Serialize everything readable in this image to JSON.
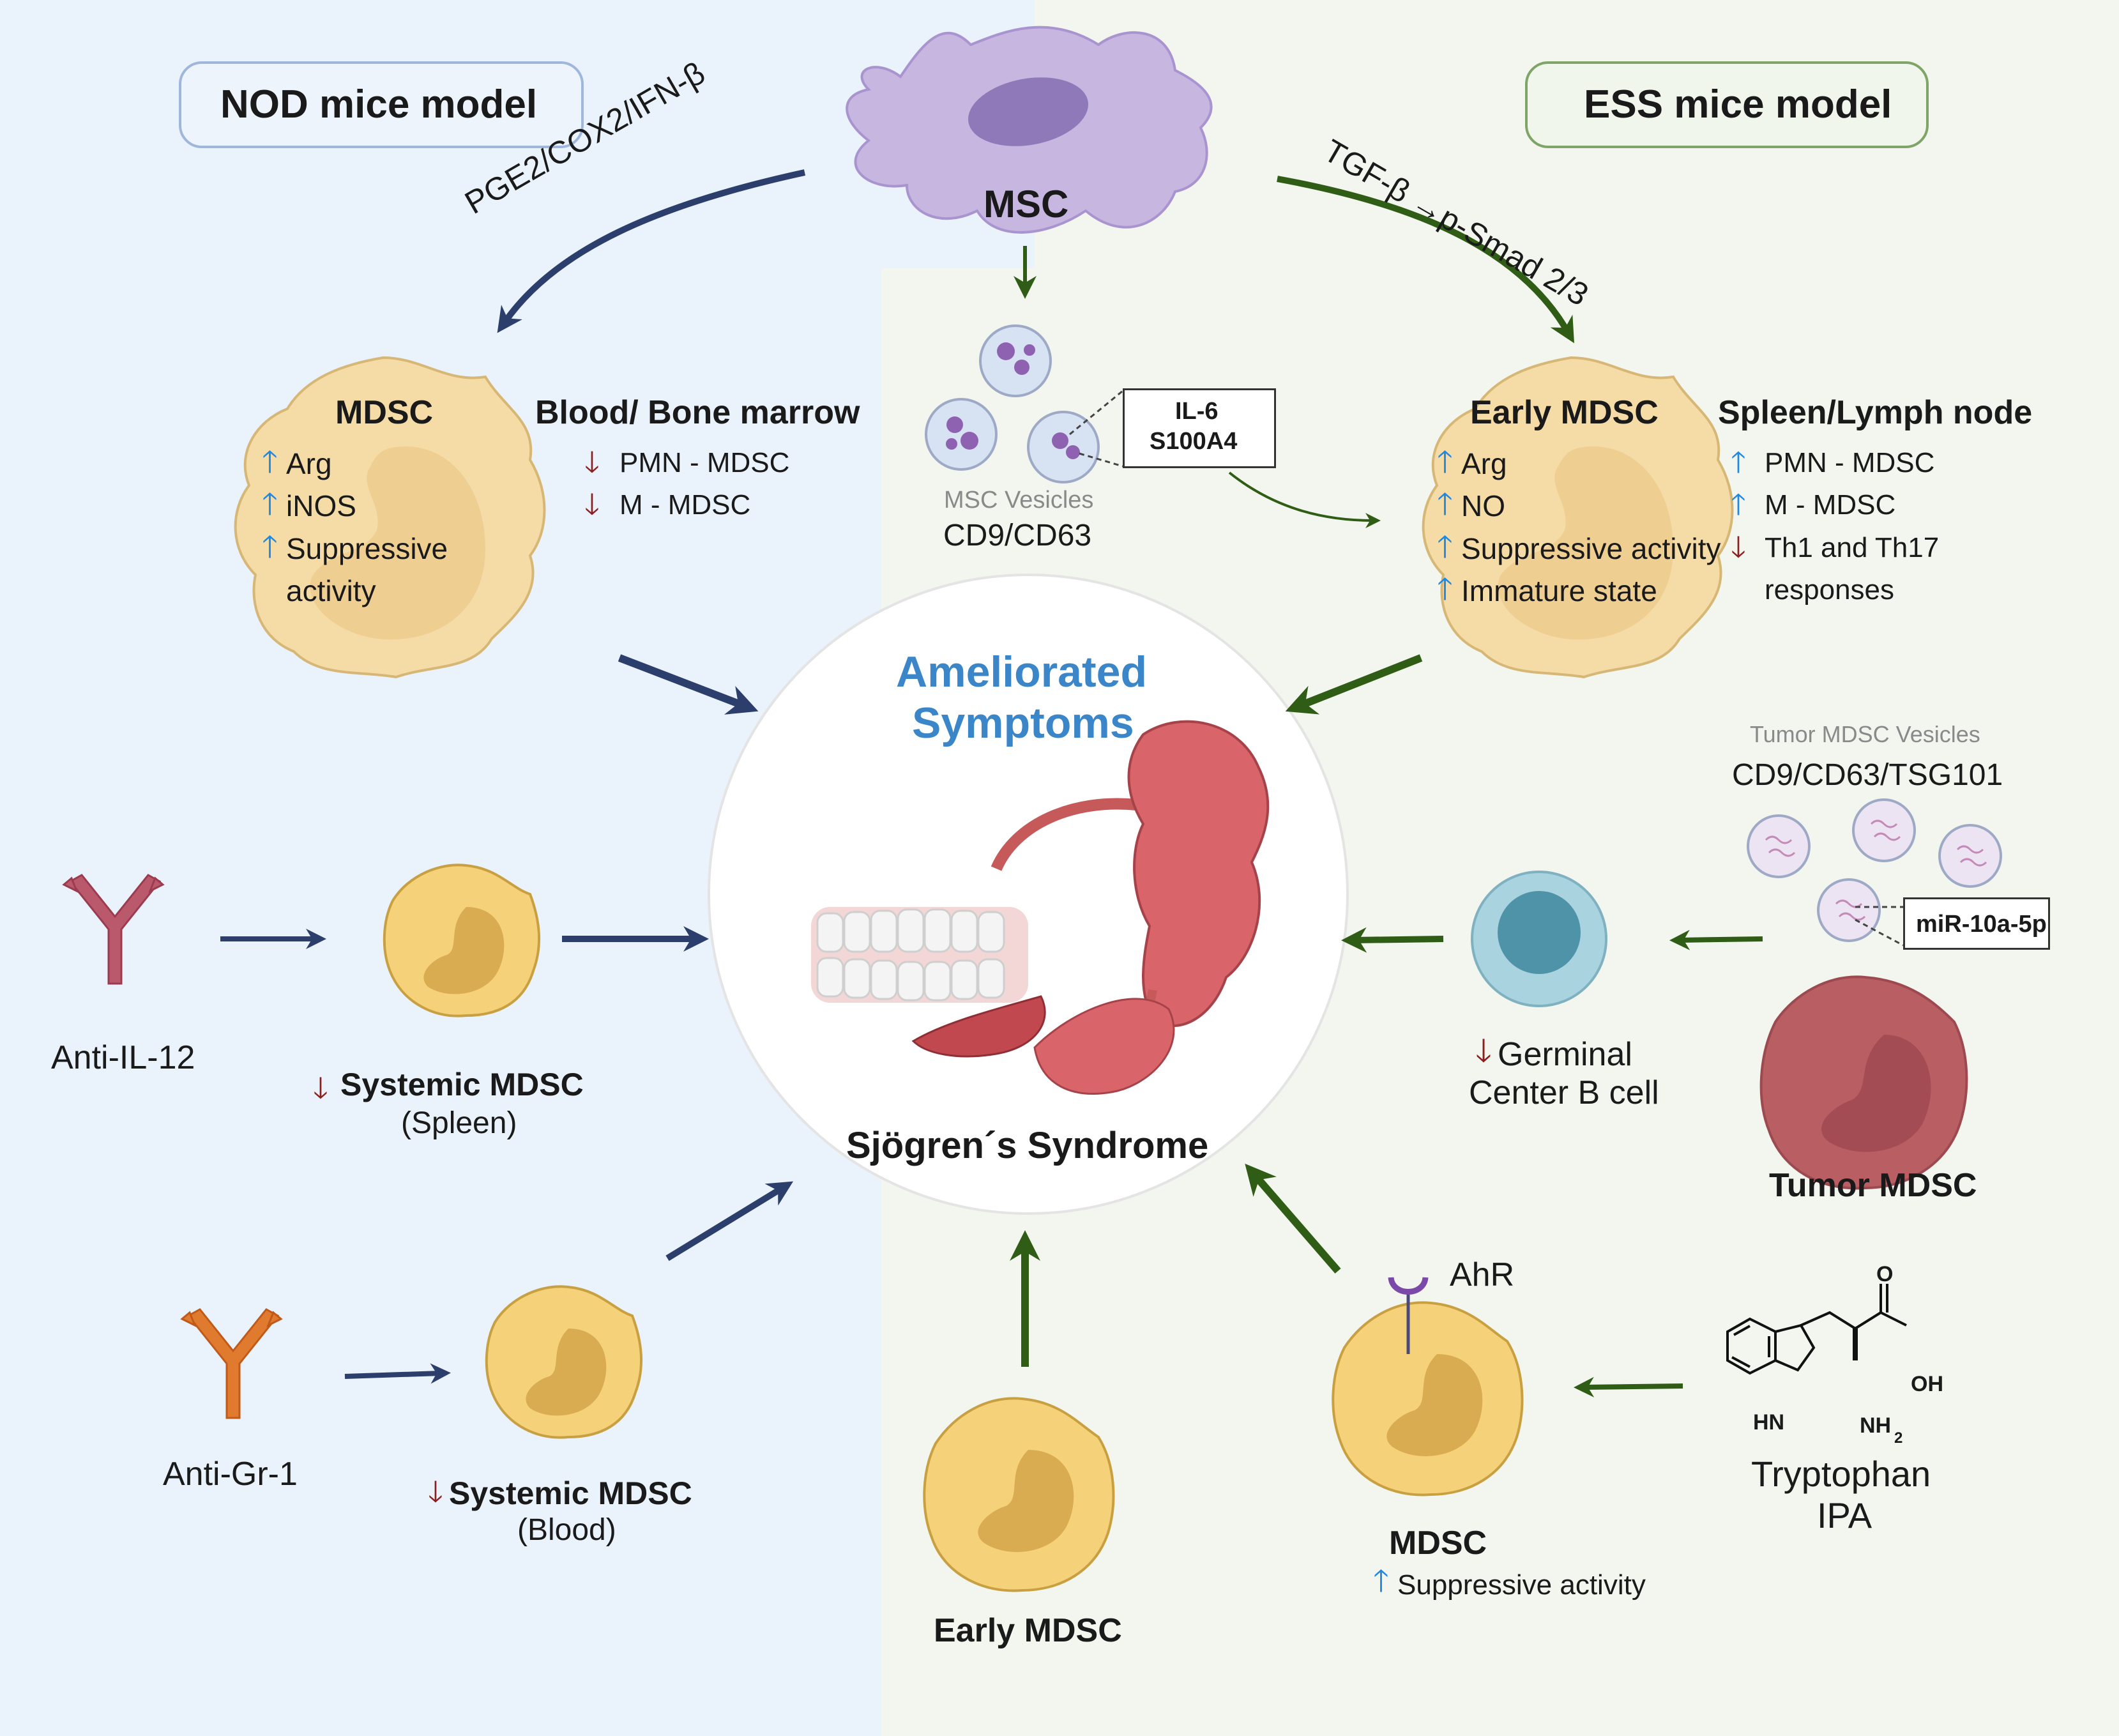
{
  "models": {
    "nod": "NOD mice model",
    "ess": "ESS mice  model"
  },
  "msc": {
    "label": "MSC",
    "left_pathway": "PGE2/COX2/IFN-β",
    "right_pathway": "TGF-β →p-Smad 2/3"
  },
  "vesicles": {
    "msc_label": "MSC Vesicles",
    "msc_markers": "CD9/CD63",
    "msc_cargo": [
      "IL-6",
      "S100A4"
    ],
    "tumor_label": "Tumor MDSC Vesicles",
    "tumor_markers": "CD9/CD63/TSG101",
    "tumor_cargo": "miR-10a-5p"
  },
  "nod_mdsc": {
    "title": "MDSC",
    "items": [
      "Arg",
      "iNOS",
      "Suppressive",
      "activity"
    ],
    "site": "Blood/ Bone marrow",
    "site_items": [
      "PMN - MDSC",
      "M - MDSC"
    ]
  },
  "ess_mdsc": {
    "title": "Early MDSC",
    "items": [
      "Arg",
      "NO",
      "Suppressive activity",
      "Immature state"
    ],
    "site": "Spleen/Lymph node",
    "site_items": [
      "PMN - MDSC",
      "M - MDSC",
      "Th1 and Th17",
      "responses"
    ]
  },
  "center": {
    "title": "Ameliorated",
    "title2": "Symptoms",
    "disease": "Sjögren´s Syndrome"
  },
  "antibodies": {
    "il12": "Anti-IL-12",
    "gr1": "Anti-Gr-1",
    "spleen_title": "Systemic MDSC",
    "spleen_site": "(Spleen)",
    "blood_title": "Systemic MDSC",
    "blood_site": "(Blood)"
  },
  "bcell": {
    "line1": "Germinal",
    "line2": "Center B cell"
  },
  "tumor_mdsc": "Tumor MDSC",
  "early_mdsc_bottom": "Early MDSC",
  "ahr": {
    "receptor": "AhR",
    "title": "MDSC",
    "effect": "Suppressive activity"
  },
  "tryptophan": {
    "line1": "Tryptophan",
    "line2": "IPA",
    "atoms": [
      "O",
      "OH",
      "HN",
      "NH",
      "2"
    ]
  },
  "colors": {
    "nod_bg": "#eaf2fb",
    "ess_bg": "#f3f6ee",
    "nod_arrow": "#2c3e6b",
    "ess_arrow": "#2f5d16",
    "up_arrow": "#1e88e5",
    "down_arrow": "#8b1e1e",
    "msc": "#c6b6e0",
    "mdsc": "#f5dba6",
    "tumor": "#b95f63",
    "title_blue": "#3a86c8"
  }
}
